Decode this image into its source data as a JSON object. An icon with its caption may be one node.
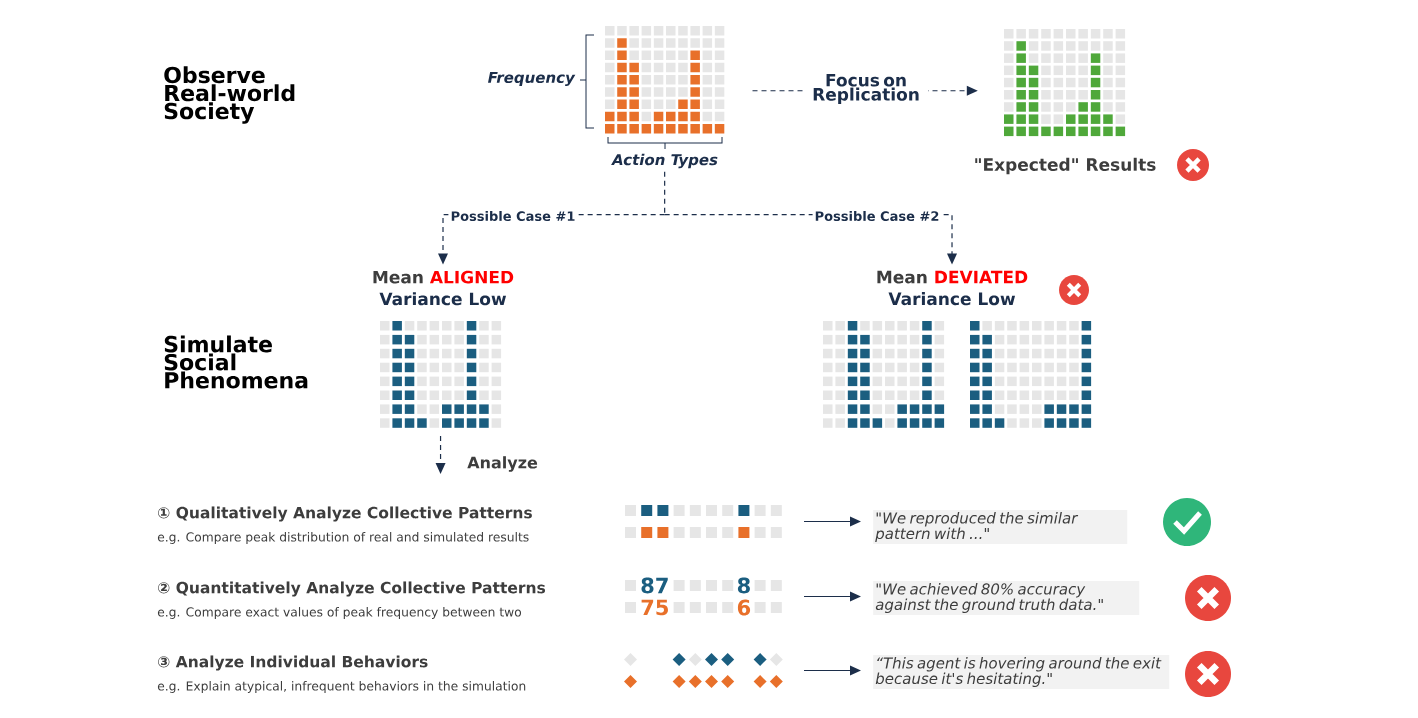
{
  "diagram": {
    "nodes": [
      {
        "text": [],
        "shape": "chart",
        "beside": [
          "Frequency",
          "Action Types"
        ]
      },
      {
        "text": [],
        "shape": "chart",
        "beside": [
          "\"Expected\" Results"
        ]
      },
      {
        "text": [
          "Mean",
          "ALIGNED",
          "Variance Low"
        ]
      },
      {
        "text": [
          "Mean",
          "DEVIATED",
          "Variance Low"
        ]
      },
      {
        "text": [],
        "shape": "chart"
      },
      {
        "text": [],
        "shape": "chart"
      },
      {
        "text": [],
        "shape": "chart"
      },
      {
        "text": [],
        "shape": "chart"
      },
      {
        "text": [
          "\"We reproduced the similar pattern with ...\""
        ]
      },
      {
        "text": [
          "87",
          "8",
          "75",
          "6"
        ]
      },
      {
        "text": [
          "\"We achieved 80% accuracy against the ground truth data.\""
        ]
      },
      {
        "text": [],
        "shape": "chart"
      },
      {
        "text": [
          "“This agent is hovering around the exit because it's hesitating.\""
        ]
      }
    ],
    "edges": [
      {
        "from": 0,
        "to": 1,
        "arrow": "to",
        "style": "dashed",
        "label": "Focus on Replication"
      },
      {
        "from": 0,
        "to": 2,
        "arrow": "to",
        "style": "dashed",
        "label": "Possible Case #1"
      },
      {
        "from": 0,
        "to": 3,
        "arrow": "to",
        "style": "dashed",
        "label": "Possible Case #2"
      },
      {
        "from": 4,
        "to": null,
        "arrow": "to",
        "style": "dashed",
        "label": "Analyze"
      },
      {
        "from": 7,
        "to": 8,
        "arrow": "to"
      },
      {
        "from": 9,
        "to": 10,
        "arrow": "to"
      },
      {
        "from": 11,
        "to": 12,
        "arrow": "to"
      }
    ],
    "labels": [
      "Observe Real-world Society",
      "Simulate Social Phenomena",
      "① Qualitatively Analyze Collective Patterns",
      "e.g. Compare peak distribution of real and simulated results",
      "② Quantitatively Analyze Collective Patterns",
      "e.g. Compare exact values of peak frequency between two",
      "③ Analyze Individual Behaviors",
      "e.g. Explain atypical, infrequent behaviors in the simulation"
    ]
  }
}
